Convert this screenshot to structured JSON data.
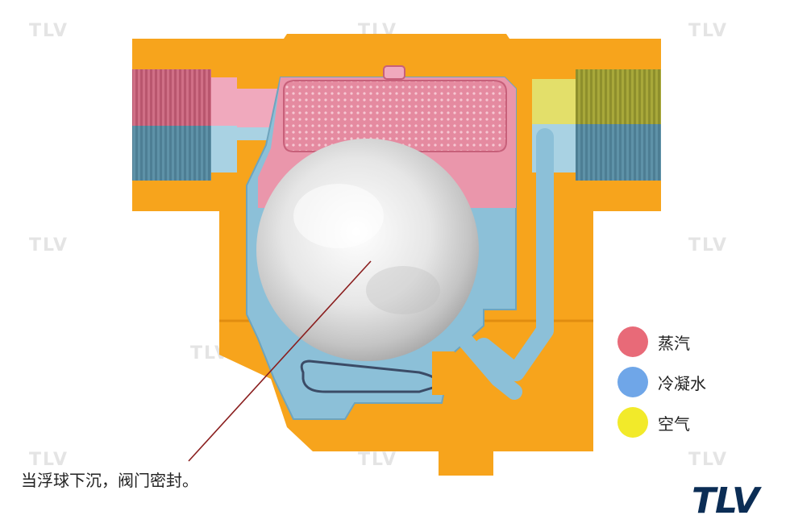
{
  "watermark": "TLV",
  "legend": [
    {
      "label": "蒸汽",
      "color": "#e86a78"
    },
    {
      "label": "冷凝水",
      "color": "#6fa6e8"
    },
    {
      "label": "空气",
      "color": "#f2ea2a"
    }
  ],
  "caption": "当浮球下沉，阀门密封。",
  "logo": "TLV",
  "colors": {
    "body": "#f7a41c",
    "steam": "#e8879b",
    "condensate": "#8cc0d8",
    "air": "#d9d24a",
    "float": "#d8d8d8",
    "pointer": "#8a1e1e"
  }
}
